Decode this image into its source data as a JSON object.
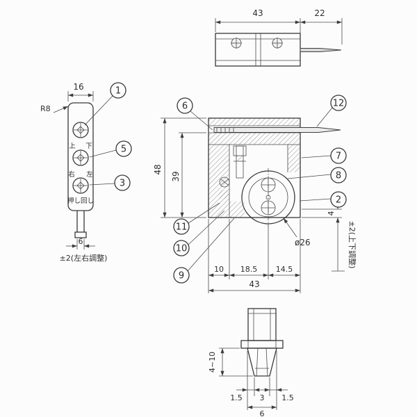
{
  "colors": {
    "ink": "#3c3c3c",
    "paper": "#fcfcfc"
  },
  "top_view": {
    "dim_body": "43",
    "dim_pin": "22"
  },
  "front_view": {
    "dim_width": "16",
    "radius_label": "R8",
    "callout_1": "1",
    "callout_5": "5",
    "callout_3": "3",
    "label_up": "上",
    "label_down": "下",
    "label_right": "右",
    "label_left": "左",
    "label_push_turn": "押し回し",
    "dim_stem": "6",
    "adjust_note": "±2(左右調整)"
  },
  "section_view": {
    "dim_height": "48",
    "dim_inner_height": "39",
    "callout_6": "6",
    "callout_12": "12",
    "callout_7": "7",
    "callout_8": "8",
    "callout_2": "2",
    "callout_11": "11",
    "callout_10": "10",
    "callout_9": "9",
    "dia_label": "ø26",
    "dim_seg1": "10",
    "dim_seg2": "18.5",
    "dim_seg3": "14.5",
    "dim_total": "43",
    "dim_offset": "4",
    "adjust_note": "±2(上下調整)"
  },
  "bottom_view": {
    "dim_height": "4~10",
    "dim_left": "1.5",
    "dim_mid": "3",
    "dim_right": "1.5",
    "dim_total": "6"
  }
}
